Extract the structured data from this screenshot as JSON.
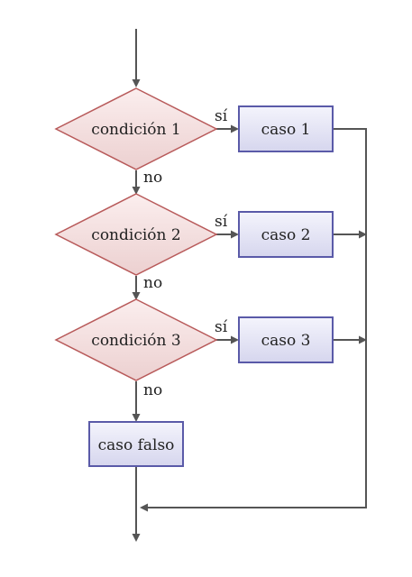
{
  "decisions": [
    {
      "label": "condición 1"
    },
    {
      "label": "condición 2"
    },
    {
      "label": "condición 3"
    }
  ],
  "cases": [
    {
      "label": "caso 1"
    },
    {
      "label": "caso 2"
    },
    {
      "label": "caso 3"
    }
  ],
  "default_case": {
    "label": "caso falso"
  },
  "edge_labels": {
    "yes": "sí",
    "no": "no"
  },
  "colors": {
    "decision_fill_top": "#fbeeee",
    "decision_fill_bottom": "#ecd0d0",
    "decision_stroke": "#b85a5a",
    "box_fill_top": "#f4f4fc",
    "box_fill_bottom": "#d6d6ee",
    "box_stroke": "#5a5aa8",
    "edge": "#555555"
  }
}
